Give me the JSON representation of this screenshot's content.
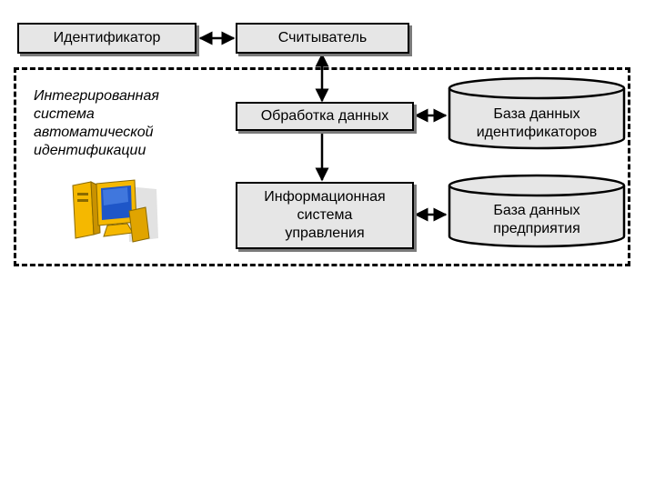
{
  "nodes": {
    "identifier": "Идентификатор",
    "reader": "Считыватель",
    "processing": "Обработка данных",
    "info_system": "Информационная система управления",
    "db_identifiers": "База данных идентификаторов",
    "db_enterprise": "База данных предприятия"
  },
  "system_label": "Интегрированная система автоматической идентификации",
  "icons": {
    "computer": "computer-icon"
  },
  "colors": {
    "box_fill": "#e6e6e6",
    "shadow": "#7a7a7a",
    "monitor_frame": "#f5b800",
    "monitor_screen": "#1e56c8"
  }
}
